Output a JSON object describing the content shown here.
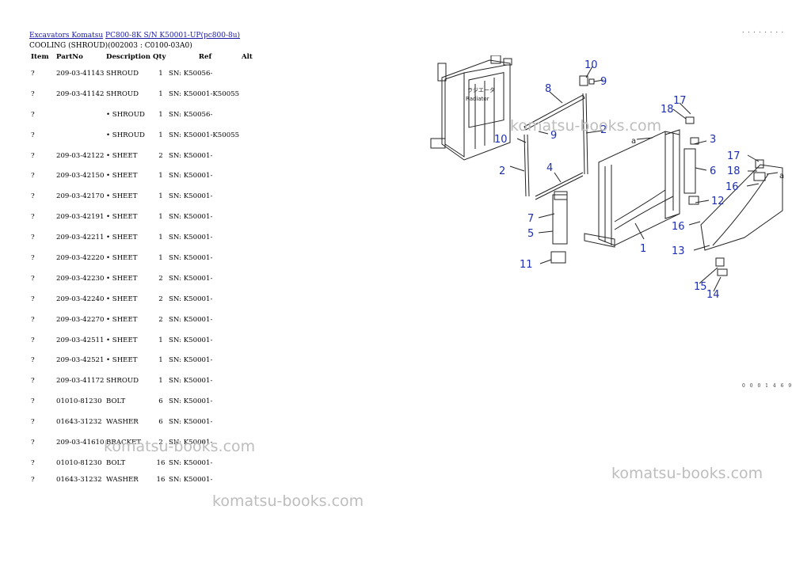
{
  "breadcrumb": {
    "link1": "Excavators Komatsu",
    "link2": "PC800-8K S/N K50001-UP(pc800-8u)"
  },
  "subtitle": "COOLING (SHROUD)(002003 : C0100-03A0)",
  "corner_dots": ". . . . . . . .",
  "table": {
    "headers": {
      "item": "Item",
      "partno": "PartNo",
      "description": "Description",
      "qty": "Qty",
      "ref": "Ref",
      "alt": "Alt"
    },
    "rows": [
      {
        "item": "?",
        "partno": "209-03-41143",
        "description": "SHROUD",
        "qty": "1",
        "ref": "SN: K50056-"
      },
      {
        "item": "?",
        "partno": "209-03-41142",
        "description": "SHROUD",
        "qty": "1",
        "ref": "SN: K50001-K50055"
      },
      {
        "item": "?",
        "partno": "",
        "description": "• SHROUD",
        "qty": "1",
        "ref": "SN: K50056-"
      },
      {
        "item": "?",
        "partno": "",
        "description": "• SHROUD",
        "qty": "1",
        "ref": "SN: K50001-K50055"
      },
      {
        "item": "?",
        "partno": "209-03-42122",
        "description": "• SHEET",
        "qty": "2",
        "ref": "SN: K50001-"
      },
      {
        "item": "?",
        "partno": "209-03-42150",
        "description": "• SHEET",
        "qty": "1",
        "ref": "SN: K50001-"
      },
      {
        "item": "?",
        "partno": "209-03-42170",
        "description": "• SHEET",
        "qty": "1",
        "ref": "SN: K50001-"
      },
      {
        "item": "?",
        "partno": "209-03-42191",
        "description": "• SHEET",
        "qty": "1",
        "ref": "SN: K50001-"
      },
      {
        "item": "?",
        "partno": "209-03-42211",
        "description": "• SHEET",
        "qty": "1",
        "ref": "SN: K50001-"
      },
      {
        "item": "?",
        "partno": "209-03-42220",
        "description": "• SHEET",
        "qty": "1",
        "ref": "SN: K50001-"
      },
      {
        "item": "?",
        "partno": "209-03-42230",
        "description": "• SHEET",
        "qty": "2",
        "ref": "SN: K50001-"
      },
      {
        "item": "?",
        "partno": "209-03-42240",
        "description": "• SHEET",
        "qty": "2",
        "ref": "SN: K50001-"
      },
      {
        "item": "?",
        "partno": "209-03-42270",
        "description": "• SHEET",
        "qty": "2",
        "ref": "SN: K50001-"
      },
      {
        "item": "?",
        "partno": "209-03-42511",
        "description": "• SHEET",
        "qty": "1",
        "ref": "SN: K50001-"
      },
      {
        "item": "?",
        "partno": "209-03-42521",
        "description": "• SHEET",
        "qty": "1",
        "ref": "SN: K50001-"
      },
      {
        "item": "?",
        "partno": "209-03-41172",
        "description": "SHROUD",
        "qty": "1",
        "ref": "SN: K50001-"
      },
      {
        "item": "?",
        "partno": "01010-81230",
        "description": "BOLT",
        "qty": "6",
        "ref": "SN: K50001-"
      },
      {
        "item": "?",
        "partno": "01643-31232",
        "description": "WASHER",
        "qty": "6",
        "ref": "SN: K50001-"
      },
      {
        "item": "?",
        "partno": "209-03-41610",
        "description": "BRACKET",
        "qty": "2",
        "ref": "SN: K50001-"
      },
      {
        "item": "?",
        "partno": "01010-81230",
        "description": "BOLT",
        "qty": "16",
        "ref": "SN: K50001-"
      },
      {
        "item": "?",
        "partno": "01643-31232",
        "description": "WASHER",
        "qty": "16",
        "ref": "SN: K50001-"
      }
    ]
  },
  "diagram": {
    "callouts": [
      "1",
      "2",
      "2",
      "3",
      "4",
      "5",
      "6",
      "7",
      "8",
      "9",
      "9",
      "10",
      "10",
      "11",
      "12",
      "13",
      "14",
      "15",
      "16",
      "16",
      "17",
      "17",
      "18",
      "18"
    ],
    "radiator_label_jp": "ラジエータ",
    "radiator_label_en": "Radiator",
    "arrow_label": "a",
    "drawing_code": "0 0 0 1 4 6 9"
  },
  "watermarks": [
    "komatsu-books.com",
    "komatsu-books.com",
    "komatsu-books.com",
    "komatsu-books.com"
  ]
}
